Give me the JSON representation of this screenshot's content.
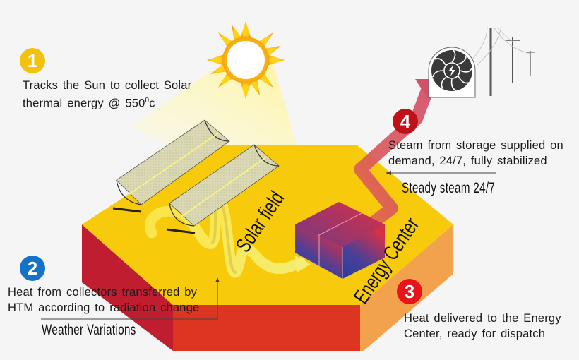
{
  "steps": [
    {
      "number": "1",
      "color": "#F4C20D",
      "line1": "Tracks the Sun to collect Solar",
      "line2_prefix": "thermal energy @ 550",
      "line2_sup": "0",
      "line2_suffix": "c"
    },
    {
      "number": "2",
      "color": "#1473C8",
      "line1": "Heat from collectors transferred by",
      "line2": "HTM according to radiation change",
      "tag": "Weather Variations"
    },
    {
      "number": "3",
      "color": "#E8141B",
      "line1": "Heat delivered to the Energy",
      "line2": "Center, ready for dispatch"
    },
    {
      "number": "4",
      "color": "#C0101A",
      "line1": "Steam from storage supplied on",
      "line2": "demand, 24/7, fully stabilized",
      "tag": "Steady steam 24/7"
    }
  ],
  "labels": {
    "solar_field": "Solar field",
    "energy_center": "Energy Center"
  },
  "icons": {
    "sun": "sun-icon",
    "turbine": "turbine-lightning-icon",
    "power_lines": "power-line-poles-icon",
    "collectors": "parabolic-trough-collector-icon"
  },
  "colors": {
    "platform_top": "#F7CB0C",
    "platform_left": "#C11D30",
    "platform_front": "#DC3623",
    "platform_right": "#F2A24C",
    "steam_arrow": "#D6566A",
    "storage_red": "#D2324A",
    "storage_blue": "#2B3E9A"
  }
}
